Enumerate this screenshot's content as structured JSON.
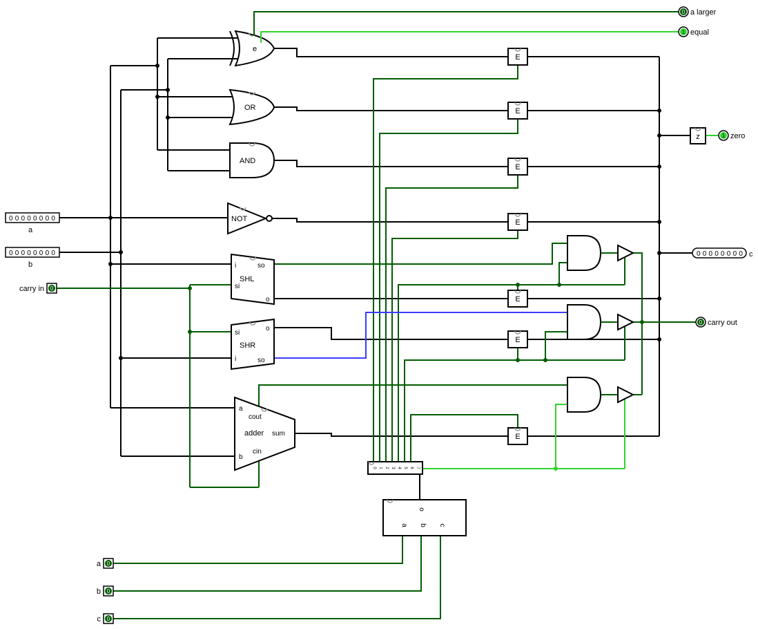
{
  "colors": {
    "bus": "#000000",
    "low": "#005c00",
    "high": "#2fd32f",
    "floating": "#3b3bff",
    "notch": "#9a9a9a"
  },
  "pins": {
    "input_a": {
      "label": "a",
      "value": "00000000"
    },
    "input_b": {
      "label": "b",
      "value": "00000000"
    },
    "carry_in": {
      "label": "carry in",
      "value": "0"
    },
    "sel_a": {
      "label": "a",
      "value": "0"
    },
    "sel_b": {
      "label": "b",
      "value": "0"
    },
    "sel_c": {
      "label": "c",
      "value": "0"
    },
    "a_larger": {
      "label": "a larger",
      "value": "0"
    },
    "equal": {
      "label": "equal",
      "value": "1"
    },
    "zero": {
      "label": "zero",
      "value": "1"
    },
    "carry_out": {
      "label": "carry out",
      "value": "0"
    },
    "output_c": {
      "label": "c",
      "value": "00000000"
    }
  },
  "components": {
    "equality": {
      "label": "e"
    },
    "or_gate": {
      "label": "OR"
    },
    "and_gate": {
      "label": "AND"
    },
    "not_gate": {
      "label": "NOT"
    },
    "shl": {
      "label": "SHL",
      "pin_i": "i",
      "pin_so": "so",
      "pin_si": "si",
      "pin_o": "o"
    },
    "shr": {
      "label": "SHR",
      "pin_si": "si",
      "pin_o": "o",
      "pin_i": "i",
      "pin_so": "so"
    },
    "adder": {
      "label": "adder",
      "pin_a": "a",
      "pin_cout": "cout",
      "pin_sum": "sum",
      "pin_b": "b",
      "pin_cin": "cin"
    },
    "enabler": {
      "label": "E"
    },
    "zero_detect": {
      "label": "z"
    },
    "decoder": {
      "outputs": [
        "0",
        "1",
        "2",
        "3",
        "4",
        "5",
        "6",
        "7"
      ]
    },
    "combiner": {
      "pin_a": "a",
      "pin_b": "b",
      "pin_c": "c",
      "pin_o": "o"
    }
  }
}
